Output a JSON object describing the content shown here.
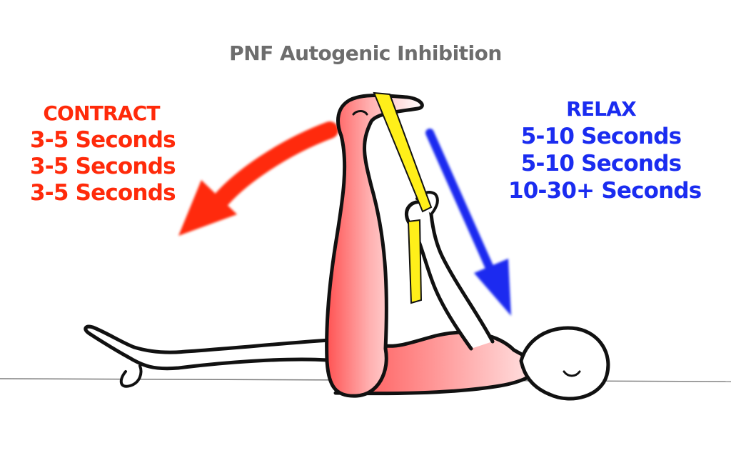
{
  "title": "PNF Autogenic Inhibition",
  "contract": {
    "heading": "CONTRACT",
    "lines": [
      "3-5 Seconds",
      "3-5 Seconds",
      "3-5 Seconds"
    ],
    "color": "#ff2a0a"
  },
  "relax": {
    "heading": "RELAX",
    "lines": [
      "5-10 Seconds",
      "5-10 Seconds",
      "10-30+ Seconds"
    ],
    "color": "#1a2cf0"
  },
  "colors": {
    "title": "#6d6d6d",
    "highlight_muscle": "#ff5a5a",
    "strap": "#ffef1a",
    "outline": "#111111"
  },
  "icons": [
    "person-stretching-figure",
    "strap",
    "contract-arrow",
    "relax-arrow",
    "floor-line"
  ]
}
